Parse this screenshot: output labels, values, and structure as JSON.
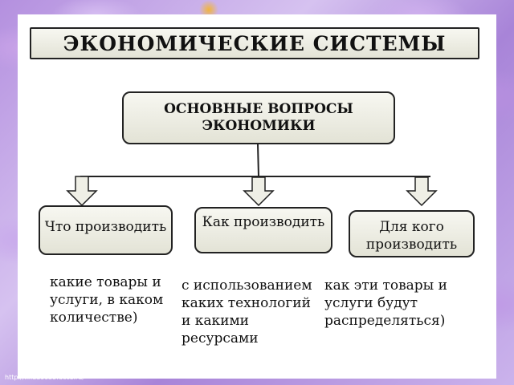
{
  "title": "ЭКОНОМИЧЕСКИЕ СИСТЕМЫ",
  "main_question": "ОСНОВНЫЕ ВОПРОСЫ ЭКОНОМИКИ",
  "questions": [
    {
      "label": "Что производить",
      "answer": "какие товары и услуги, в каком количестве)"
    },
    {
      "label": "Как производить",
      "answer": "с использованием каких технологий и какими ресурсами"
    },
    {
      "label": "Для кого производить",
      "answer": "как эти товары и услуги будут распределяться)"
    }
  ],
  "watermark": "http://linda6035.ucoz.ru/",
  "colors": {
    "box_fill": "#ecece2",
    "box_border": "#222222",
    "background": "#b490df"
  }
}
